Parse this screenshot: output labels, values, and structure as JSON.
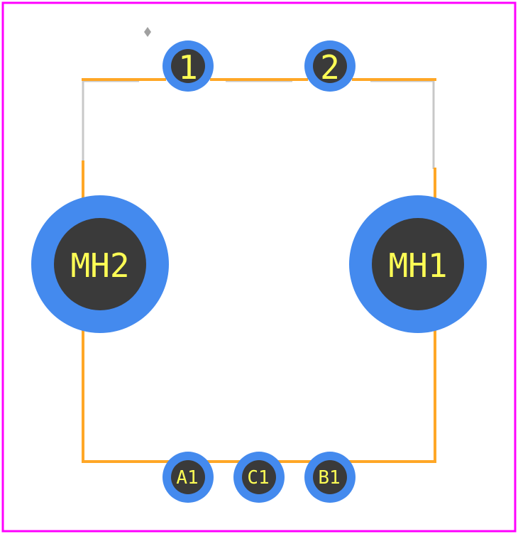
{
  "colors": {
    "background": "#ffffff",
    "board_outline": "#ff00ff",
    "silkscreen": "#ffa726",
    "courtyard": "#c8c8c8",
    "pad_copper": "#448aee",
    "pad_hole": "#3a3a3a",
    "pad_label": "#ffff55",
    "marker": "#a0a0a0"
  },
  "pads": {
    "pin_1": {
      "label": "1",
      "type": "signal-pin"
    },
    "pin_2": {
      "label": "2",
      "type": "signal-pin"
    },
    "pin_a1": {
      "label": "A1",
      "type": "signal-pin"
    },
    "pin_c1": {
      "label": "C1",
      "type": "signal-pin"
    },
    "pin_b1": {
      "label": "B1",
      "type": "signal-pin"
    },
    "mh1": {
      "label": "MH1",
      "type": "mounting-hole"
    },
    "mh2": {
      "label": "MH2",
      "type": "mounting-hole"
    }
  }
}
